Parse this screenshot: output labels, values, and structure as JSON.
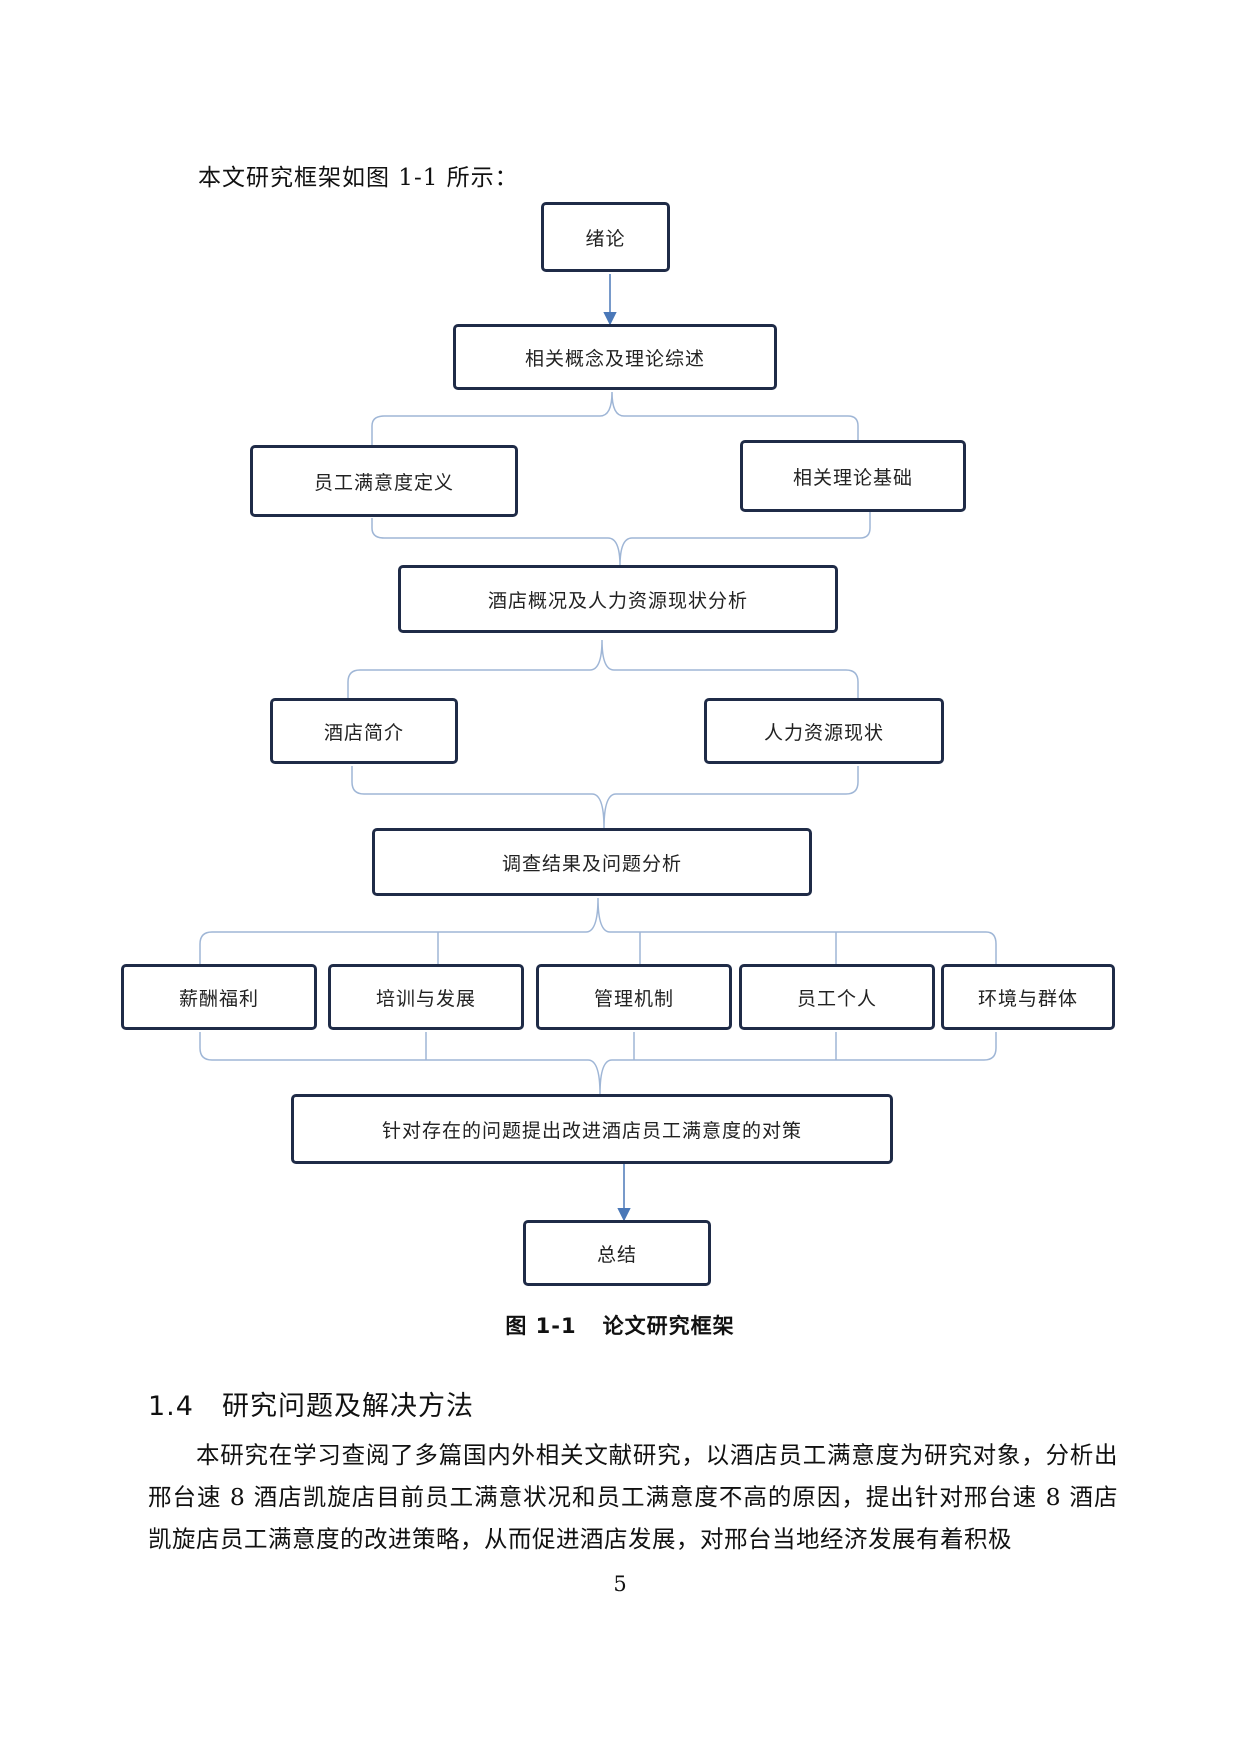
{
  "intro": "本文研究框架如图 1-1 所示：",
  "flowchart": {
    "n1": "绪论",
    "n2": "相关概念及理论综述",
    "n3a": "员工满意度定义",
    "n3b": "相关理论基础",
    "n4": "酒店概况及人力资源现状分析",
    "n5a": "酒店简介",
    "n5b": "人力资源现状",
    "n6": "调查结果及问题分析",
    "n7a": "薪酬福利",
    "n7b": "培训与发展",
    "n7c": "管理机制",
    "n7d": "员工个人",
    "n7e": "环境与群体",
    "n8": "针对存在的问题提出改进酒店员工满意度的对策",
    "n9": "总结"
  },
  "caption": {
    "number": "图 1-1",
    "title": "论文研究框架"
  },
  "section": {
    "number": "1.4",
    "title": "研究问题及解决方法"
  },
  "paragraph": "本研究在学习查阅了多篇国内外相关文献研究，以酒店员工满意度为研究对象，分析出邢台速 8 酒店凯旋店目前员工满意状况和员工满意度不高的原因，提出针对邢台速 8 酒店凯旋店员工满意度的改进策略，从而促进酒店发展，对邢台当地经济发展有着积极",
  "page_number": "5",
  "colors": {
    "box_border": "#1f2b47",
    "connector": "#9fb6d6",
    "arrow": "#4a78b8"
  }
}
